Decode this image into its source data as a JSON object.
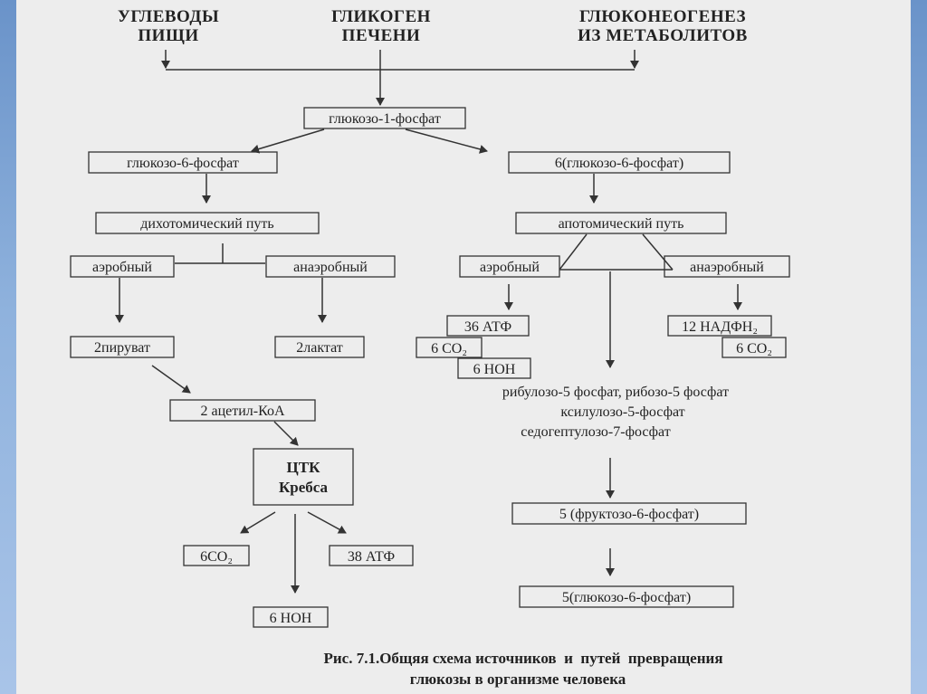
{
  "sources": {
    "food_carbs": [
      "УГЛЕВОДЫ",
      "ПИЩИ"
    ],
    "liver_glycogen": [
      "ГЛИКОГЕН",
      "ПЕЧЕНИ"
    ],
    "gluconeogenesis": [
      "ГЛЮКОНЕОГЕНЕЗ",
      "ИЗ МЕТАБОЛИТОВ"
    ]
  },
  "nodes": {
    "g1p": "глюкозо-1-фосфат",
    "g6p": "глюкозо-6-фосфат",
    "g6p6": "6(глюкозо-6-фосфат)",
    "dichotomic": "дихотомический путь",
    "apotomic": "апотомический путь",
    "aerobic_left": "аэробный",
    "anaerobic_left": "анаэробный",
    "aerobic_right": "аэробный",
    "anaerobic_right": "анаэробный",
    "pyruvate": "2пируват",
    "lactate": "2лактат",
    "atp36": "36 АТФ",
    "co2_6a": "6 CO₂",
    "hoh_6a": "6 НОН",
    "nadph12": "12 НАДФН₂",
    "co2_6b": "6 CO₂",
    "acetylcoa": "2 ацетил-КоА",
    "tca_line1": "ЦТК",
    "tca_line2": "Кребса",
    "co2_6c": "6CO₂",
    "atp38": "38 АТФ",
    "hoh_6b": "6 НОН",
    "pentoses": [
      "рибулозо-5 фосфат, рибозо-5 фосфат",
      "ксилулозо-5-фосфат",
      "седогептулозо-7-фосфат"
    ],
    "f6p5": "5 (фруктозо-6-фосфат)",
    "g6p5": "5(глюкозо-6-фосфат)"
  },
  "caption": [
    "Рис. 7.1.Общяя схема источников  и  путей  превращения",
    "глюкозы в организме человека"
  ]
}
